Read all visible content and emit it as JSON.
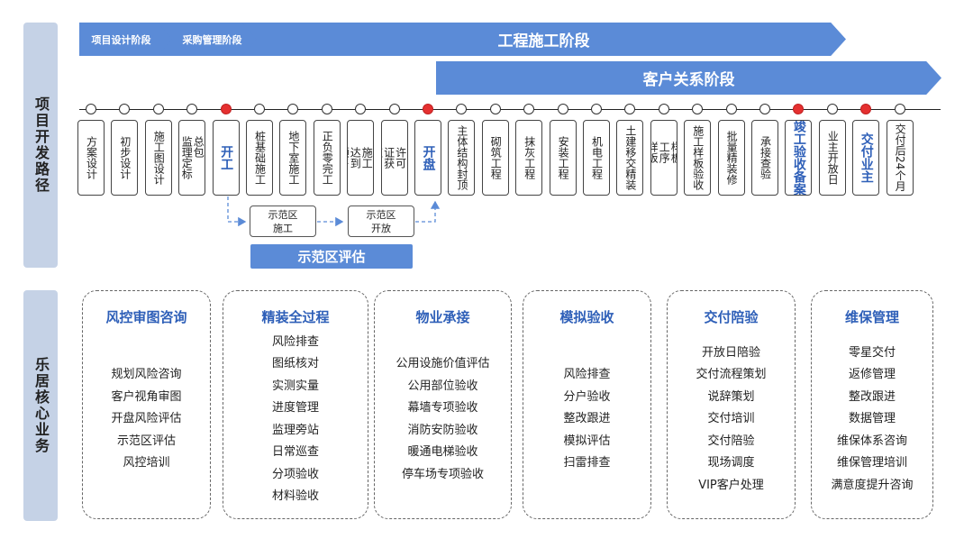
{
  "side_labels": {
    "project_path": "项目开发路径",
    "core_business": "乐居核心业务"
  },
  "phases": {
    "design": "项目设计阶段",
    "purchase": "采购管理阶段",
    "construction": "工程施工阶段",
    "customer": "客户关系阶段"
  },
  "milestones": [
    {
      "label": "方案设计",
      "red": false,
      "key": false
    },
    {
      "label": "初步设计",
      "red": false,
      "key": false
    },
    {
      "label": "施工图设计",
      "red": false,
      "key": false
    },
    {
      "label": "总包\n监理定标",
      "red": false,
      "key": false
    },
    {
      "label": "开工",
      "red": true,
      "key": true
    },
    {
      "label": "桩基础施工",
      "red": false,
      "key": false
    },
    {
      "label": "地下室施工",
      "red": false,
      "key": false
    },
    {
      "label": "正负零完工",
      "red": false,
      "key": false
    },
    {
      "label": "主体\n结构\n施工\n达到\n预售\n条件",
      "red": false,
      "key": false
    },
    {
      "label": "预售\n许可\n证获\n取",
      "red": false,
      "key": false
    },
    {
      "label": "开盘",
      "red": true,
      "key": true
    },
    {
      "label": "主体结构封顶",
      "red": false,
      "key": false
    },
    {
      "label": "砌筑工程",
      "red": false,
      "key": false
    },
    {
      "label": "抹灰工程",
      "red": false,
      "key": false
    },
    {
      "label": "安装工程",
      "red": false,
      "key": false
    },
    {
      "label": "机电工程",
      "red": false,
      "key": false
    },
    {
      "label": "土建移交精装",
      "red": false,
      "key": false
    },
    {
      "label": "施工\n样板、\n工序\n样板\n施工",
      "red": false,
      "key": false
    },
    {
      "label": "施工样板验收",
      "red": false,
      "key": false
    },
    {
      "label": "批量精装修",
      "red": false,
      "key": false
    },
    {
      "label": "承接查验",
      "red": false,
      "key": false
    },
    {
      "label": "竣工验收备案",
      "red": true,
      "key": true
    },
    {
      "label": "业主开放日",
      "red": false,
      "key": false
    },
    {
      "label": "交付业主",
      "red": true,
      "key": true
    },
    {
      "label": "交付后24个月",
      "red": false,
      "key": false
    }
  ],
  "demo": {
    "build": "示范区\n施工",
    "open": "示范区\n开放",
    "evaluation": "示范区评估"
  },
  "cards": [
    {
      "title": "风控审图咨询",
      "items": [
        "规划风险咨询",
        "客户视角审图",
        "开盘风险评估",
        "示范区评估",
        "风控培训"
      ]
    },
    {
      "title": "精装全过程",
      "items": [
        "风险排查",
        "图纸核对",
        "实测实量",
        "进度管理",
        "监理旁站",
        "日常巡查",
        "分项验收",
        "材料验收"
      ]
    },
    {
      "title": "物业承接",
      "items": [
        "公用设施价值评估",
        "公用部位验收",
        "幕墙专项验收",
        "消防安防验收",
        "暖通电梯验收",
        "停车场专项验收"
      ]
    },
    {
      "title": "模拟验收",
      "items": [
        "风险排查",
        "分户验收",
        "整改跟进",
        "模拟评估",
        "扫雷排查"
      ]
    },
    {
      "title": "交付陪验",
      "items": [
        "开放日陪验",
        "交付流程策划",
        "说辞策划",
        "交付培训",
        "交付陪验",
        "现场调度",
        "VIP客户处理"
      ]
    },
    {
      "title": "维保管理",
      "items": [
        "零星交付",
        "返修管理",
        "整改跟进",
        "数据管理",
        "维保体系咨询",
        "维保管理培训",
        "满意度提升咨询"
      ]
    }
  ],
  "colors": {
    "accent": "#5b8bd7",
    "title_blue": "#2e5fb8",
    "side_bg": "#c5d2e6",
    "red_node": "#e53030"
  }
}
